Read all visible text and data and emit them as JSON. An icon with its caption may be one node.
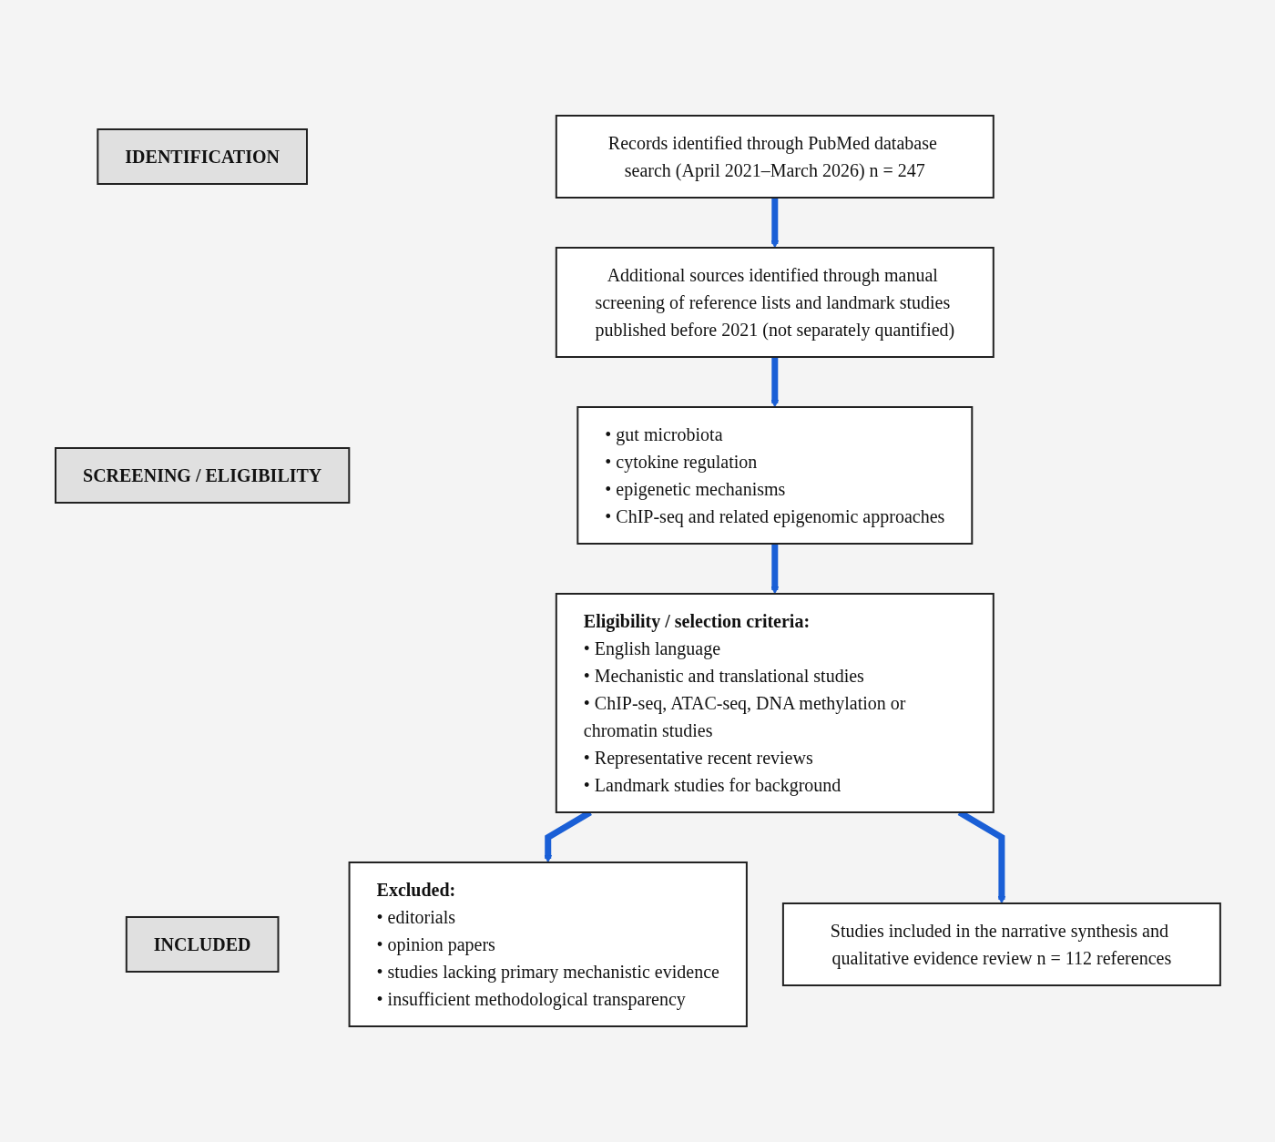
{
  "diagram": {
    "nodes": [
      {
        "text": [
          "IDENTIFICATION"
        ]
      },
      {
        "text": [
          "Records identified through PubMed database search (April 2021–March 2026) n = 247"
        ]
      },
      {
        "text": [
          "Additional sources identified through manual screening of reference lists and landmark studies published before 2021 (not separately quantified)"
        ]
      },
      {
        "text": [
          "SCREENING / ELIGIBILITY"
        ]
      },
      {
        "text": [
          "• gut microbiota",
          "• cytokine regulation",
          "• epigenetic mechanisms",
          "• ChIP-seq and related epigenomic approaches"
        ]
      },
      {
        "text": [
          "Eligibility / selection criteria:",
          "• English language",
          "• Mechanistic and translational studies",
          "• ChIP-seq, ATAC-seq, DNA methylation or chromatin studies",
          "• Representative recent reviews",
          "• Landmark studies for background"
        ]
      },
      {
        "text": [
          "Excluded:",
          "• editorials",
          "• opinion papers",
          "• studies lacking primary mechanistic evidence",
          "• insufficient methodological transparency"
        ]
      },
      {
        "text": [
          "INCLUDED"
        ]
      },
      {
        "text": [
          "Studies included in the narrative synthesis and qualitative evidence review n = 112 references"
        ]
      }
    ],
    "edges": [
      {
        "from": 1,
        "to": 2,
        "arrow": "to"
      },
      {
        "from": 2,
        "to": 4,
        "arrow": "to"
      },
      {
        "from": 4,
        "to": 5,
        "arrow": "to"
      },
      {
        "from": 5,
        "to": 6,
        "arrow": "to"
      },
      {
        "from": 5,
        "to": 8,
        "arrow": "to"
      }
    ]
  }
}
